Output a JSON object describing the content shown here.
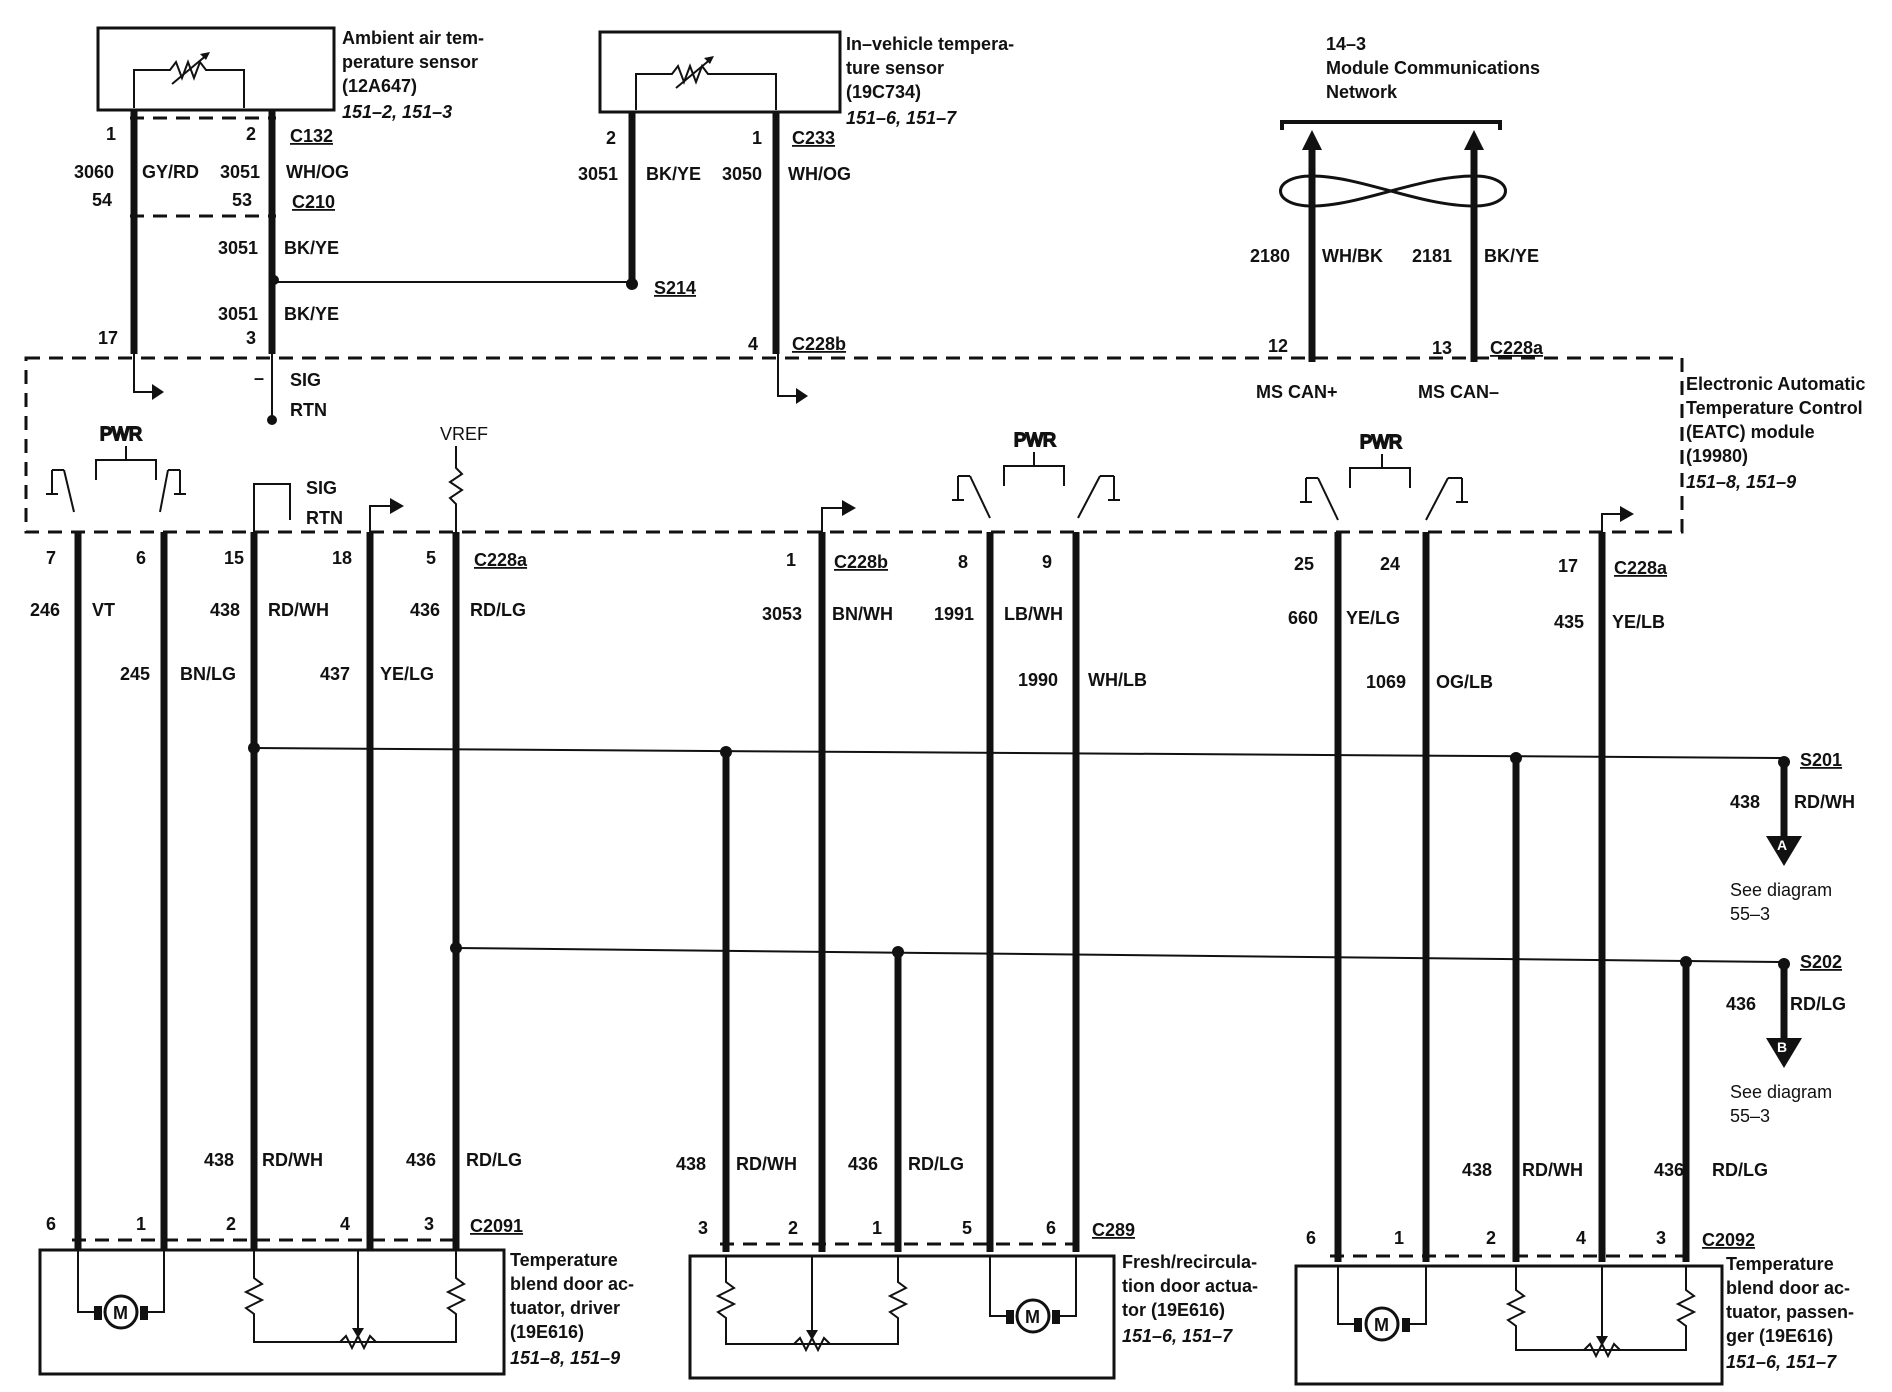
{
  "components": {
    "ambient_sensor": {
      "name": [
        "Ambient air tem-",
        "perature sensor",
        "(12A647)"
      ],
      "ref": "151–2, 151–3"
    },
    "invehicle_sensor": {
      "name": [
        "In–vehicle tempera-",
        "ture sensor",
        "(19C734)"
      ],
      "ref": "151–6, 151–7"
    },
    "network": {
      "name": [
        "14–3",
        "Module Communications",
        "Network"
      ]
    },
    "eatc": {
      "name": [
        "Electronic Automatic",
        "Temperature Control",
        "(EATC) module",
        "(19980)"
      ],
      "ref": "151–8, 151–9"
    },
    "driver_actuator": {
      "name": [
        "Temperature",
        "blend door ac-",
        "tuator, driver",
        "(19E616)"
      ],
      "ref": "151–8, 151–9"
    },
    "fresh_actuator": {
      "name": [
        "Fresh/recircula-",
        "tion door actua-",
        "tor (19E616)"
      ],
      "ref": "151–6, 151–7"
    },
    "passenger_actuator": {
      "name": [
        "Temperature",
        "blend door ac-",
        "tuator, passen-",
        "ger (19E616)"
      ],
      "ref": "151–6, 151–7"
    }
  },
  "connectors": {
    "c132": "C132",
    "c210": "C210",
    "c233": "C233",
    "c228a": "C228a",
    "c228b": "C228b",
    "c2091": "C2091",
    "c289": "C289",
    "c2092": "C2092",
    "s214": "S214",
    "s201": "S201",
    "s202": "S202"
  },
  "module_labels": {
    "sig": "SIG",
    "rtn": "RTN",
    "minus": "–",
    "pwr": "PWR",
    "vref": "VREF",
    "ms_can_plus": "MS CAN+",
    "ms_can_minus": "MS CAN–"
  },
  "pins": {
    "amb_1": "1",
    "amb_2": "2",
    "c210_54": "54",
    "c210_53": "53",
    "c228a_17_top": "17",
    "c228a_3_top": "3",
    "inv_2": "2",
    "inv_1": "1",
    "c228b_4": "4",
    "c228a_12": "12",
    "c228a_13": "13",
    "p7": "7",
    "p6": "6",
    "p15": "15",
    "p18": "18",
    "p5": "5",
    "p1b": "1",
    "p8": "8",
    "p9": "9",
    "p25": "25",
    "p24": "24",
    "p17b": "17",
    "drv_6": "6",
    "drv_1": "1",
    "drv_2": "2",
    "drv_4": "4",
    "drv_3": "3",
    "frs_3": "3",
    "frs_2": "2",
    "frs_1": "1",
    "frs_5": "5",
    "frs_6": "6",
    "psg_6": "6",
    "psg_1": "1",
    "psg_2": "2",
    "psg_4": "4",
    "psg_3": "3"
  },
  "wires": {
    "w3060": "3060",
    "c3060": "GY/RD",
    "w3051": "3051",
    "c3051wo": "WH/OG",
    "w3051b": "3051",
    "cBKYE1": "BK/YE",
    "w3051c": "3051",
    "cBKYE2": "BK/YE",
    "w3051d": "3051",
    "cBKYE3": "BK/YE",
    "w3050": "3050",
    "c3050": "WH/OG",
    "w2180": "2180",
    "c2180": "WH/BK",
    "w2181": "2181",
    "c2181": "BK/YE",
    "w246": "246",
    "c246": "VT",
    "w245": "245",
    "c245": "BN/LG",
    "w438a": "438",
    "c438a": "RD/WH",
    "w437": "437",
    "c437": "YE/LG",
    "w436a": "436",
    "c436a": "RD/LG",
    "w3053": "3053",
    "c3053": "BN/WH",
    "w1991": "1991",
    "c1991": "LB/WH",
    "w1990": "1990",
    "c1990": "WH/LB",
    "w660": "660",
    "c660": "YE/LG",
    "w1069": "1069",
    "c1069": "OG/LB",
    "w435": "435",
    "c435": "YE/LB",
    "w438s": "438",
    "c438s": "RD/WH",
    "w436s": "436",
    "c436s": "RD/LG",
    "w438d": "438",
    "c438d": "RD/WH",
    "w436d": "436",
    "c436d": "RD/LG",
    "w438f": "438",
    "c438f": "RD/WH",
    "w436f": "436",
    "c436f": "RD/LG",
    "w438p": "438",
    "c438p": "RD/WH",
    "w436p": "436",
    "c436p": "RD/LG"
  },
  "offpage": {
    "a": {
      "letter": "A",
      "see": [
        "See diagram",
        "55–3"
      ]
    },
    "b": {
      "letter": "B",
      "see": [
        "See diagram",
        "55–3"
      ]
    }
  },
  "motor_symbol": "M"
}
